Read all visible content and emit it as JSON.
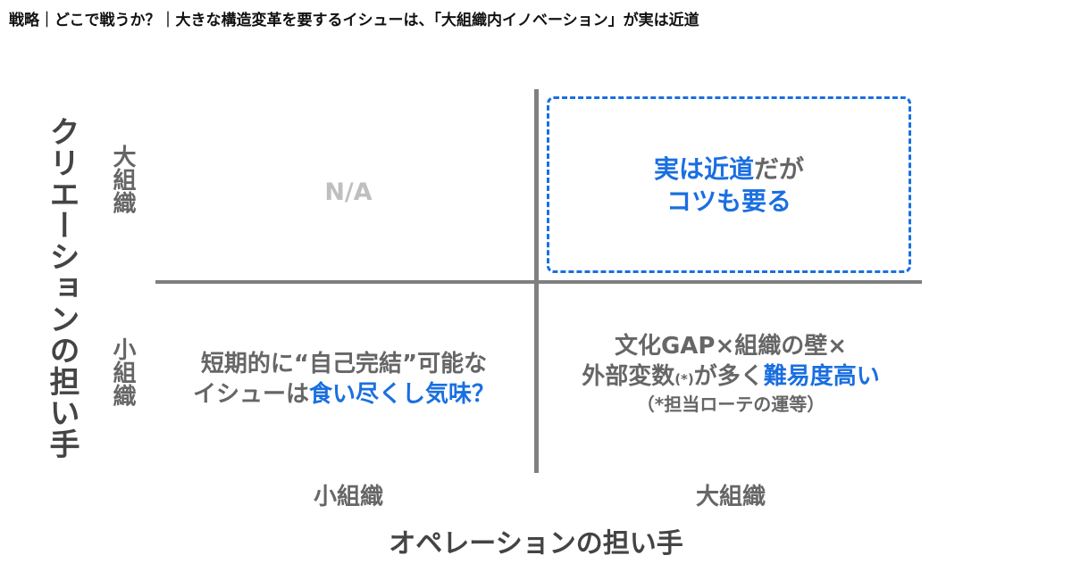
{
  "title": "戦略｜どこで戦うか？｜大きな構造変革を要するイシューは、「大組織内イノベーション」が実は近道",
  "axes": {
    "y_label": "クリエーションの担い手",
    "x_label": "オペレーションの担い手",
    "y_ticks": [
      "大組織",
      "小組織"
    ],
    "x_ticks": [
      "小組織",
      "大組織"
    ]
  },
  "quadrants": {
    "top_left": {
      "text": "N/A"
    },
    "top_right": {
      "line1_highlight": "実は近道",
      "line1_rest": "だが",
      "line2": "コツも要る"
    },
    "bottom_left": {
      "line1": "短期的に“自己完結”可能な",
      "line2_prefix": "イシューは",
      "line2_highlight": "食い尽くし気味？"
    },
    "bottom_right": {
      "line1": "文化GAP×組織の壁×",
      "line2_prefix": "外部変数",
      "line2_note_mark": "(*)",
      "line2_mid": "が多く",
      "line2_highlight": "難易度高い",
      "note": "（*担当ローテの運等）"
    }
  },
  "colors": {
    "accent": "#1a6fe0",
    "axis": "#7f7f7f",
    "text_gray": "#666666",
    "na_gray": "#bfbfbf"
  }
}
